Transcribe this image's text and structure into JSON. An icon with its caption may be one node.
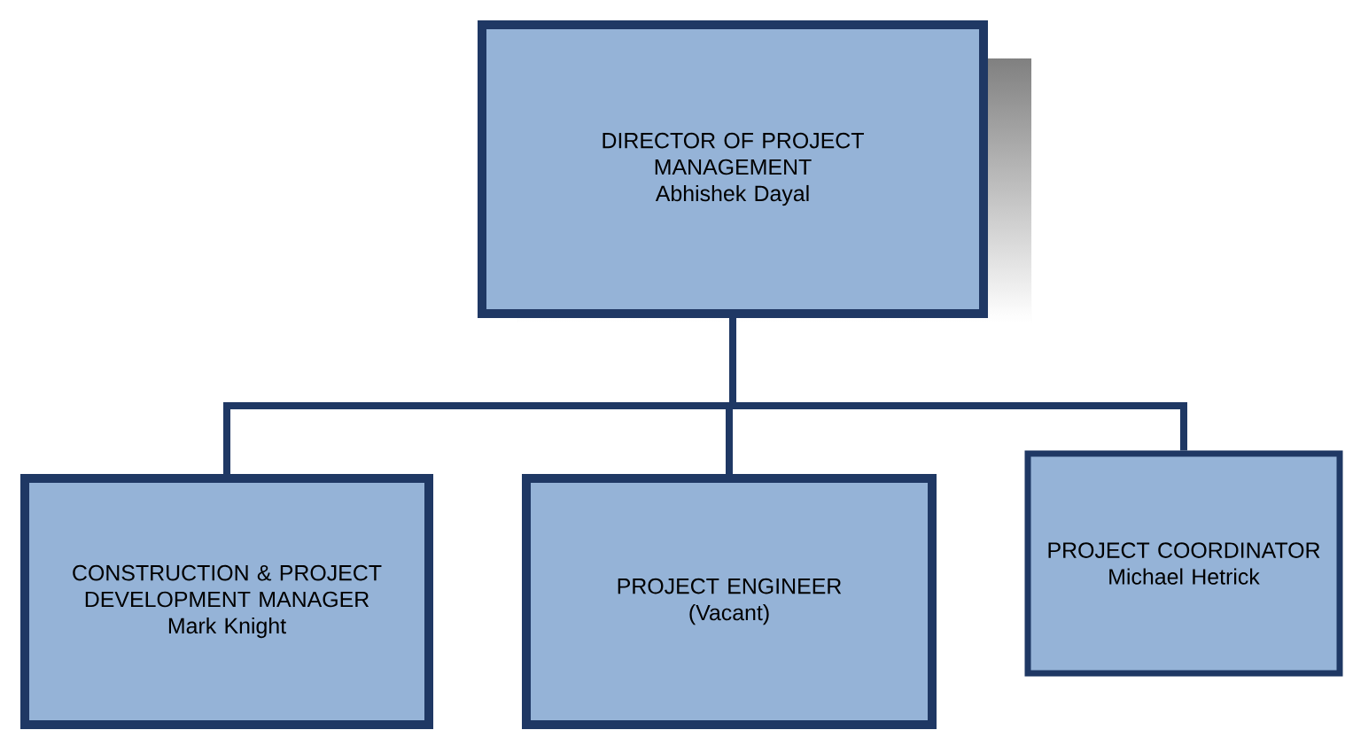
{
  "diagram": {
    "nodes": [
      {
        "text": [
          "DIRECTOR OF PROJECT MANAGEMENT",
          "Abhishek Dayal"
        ]
      },
      {
        "text": [
          "CONSTRUCTION & PROJECT DEVELOPMENT MANAGER",
          "Mark Knight"
        ]
      },
      {
        "text": [
          "PROJECT ENGINEER",
          "(Vacant)"
        ]
      },
      {
        "text": [
          "PROJECT COORDINATOR",
          "Michael Hetrick"
        ]
      }
    ],
    "edges": [
      {
        "from": 0,
        "to": 1,
        "arrow": "none"
      },
      {
        "from": 0,
        "to": 2,
        "arrow": "none"
      },
      {
        "from": 0,
        "to": 3,
        "arrow": "none"
      }
    ]
  }
}
